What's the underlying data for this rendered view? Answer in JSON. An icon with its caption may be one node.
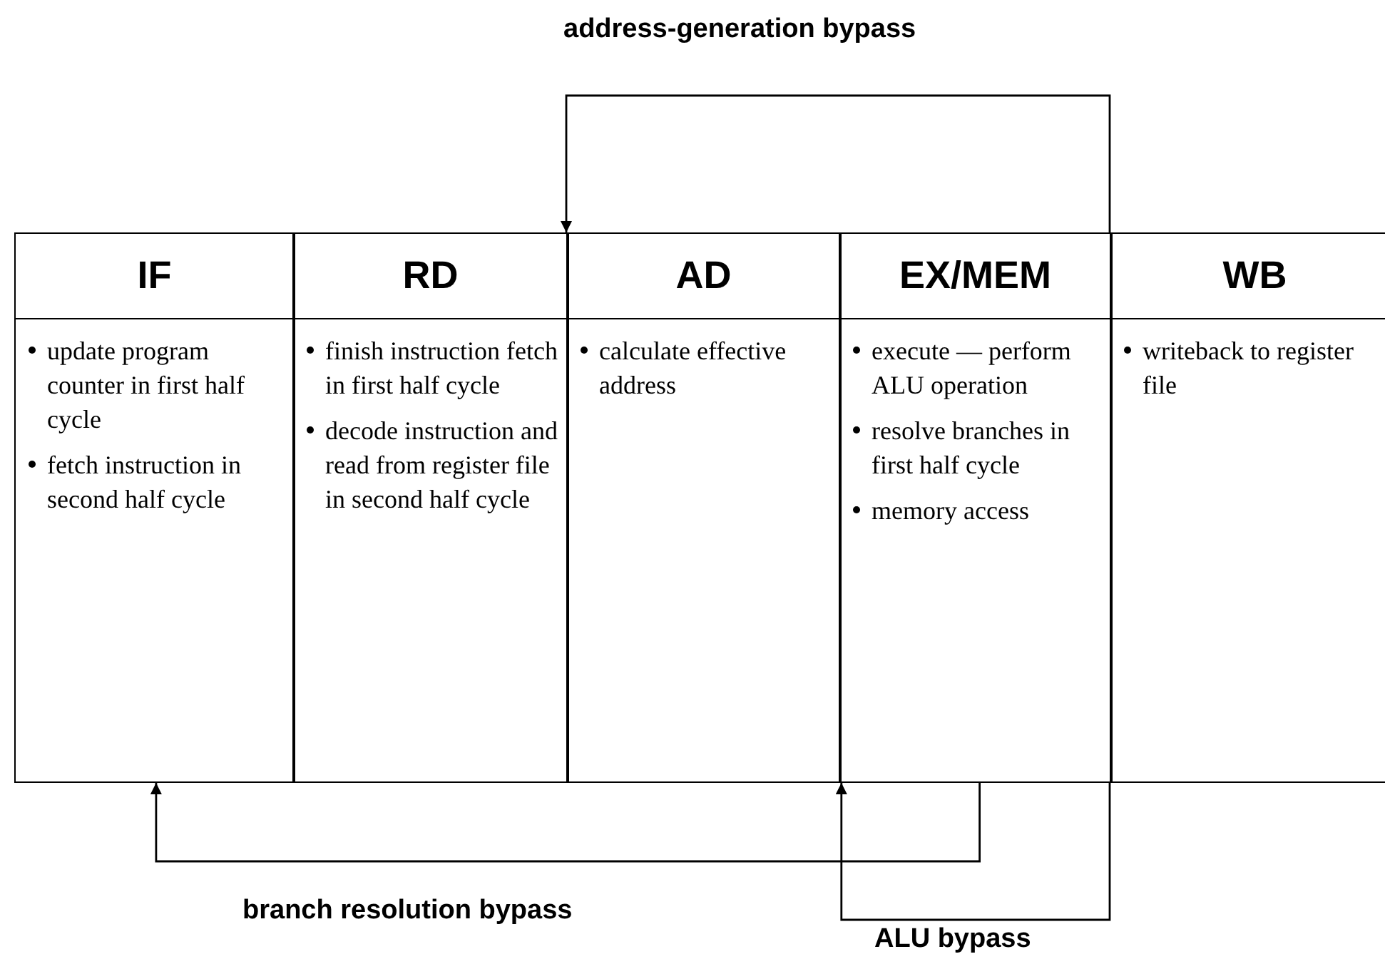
{
  "diagram": {
    "nodes": [
      {
        "text": [
          "IF",
          "update program counter in first half cycle",
          "fetch instruction in second half cycle"
        ]
      },
      {
        "text": [
          "RD",
          "finish instruction fetch in first half cycle",
          "decode instruction and read from register file in second half cycle"
        ]
      },
      {
        "text": [
          "AD",
          "calculate effective address"
        ]
      },
      {
        "text": [
          "EX/MEM",
          "execute — perform ALU operation",
          "resolve branches in first half cycle",
          "memory access"
        ]
      },
      {
        "text": [
          "WB",
          "writeback to register file"
        ]
      }
    ],
    "edges": [
      {
        "from": 3,
        "to": 2,
        "arrow": "to",
        "label": "address-generation bypass"
      },
      {
        "from": 3,
        "to": 0,
        "arrow": "to",
        "label": "branch resolution bypass"
      },
      {
        "from": 3,
        "to": 3,
        "arrow": "to",
        "label": "ALU bypass"
      }
    ]
  }
}
